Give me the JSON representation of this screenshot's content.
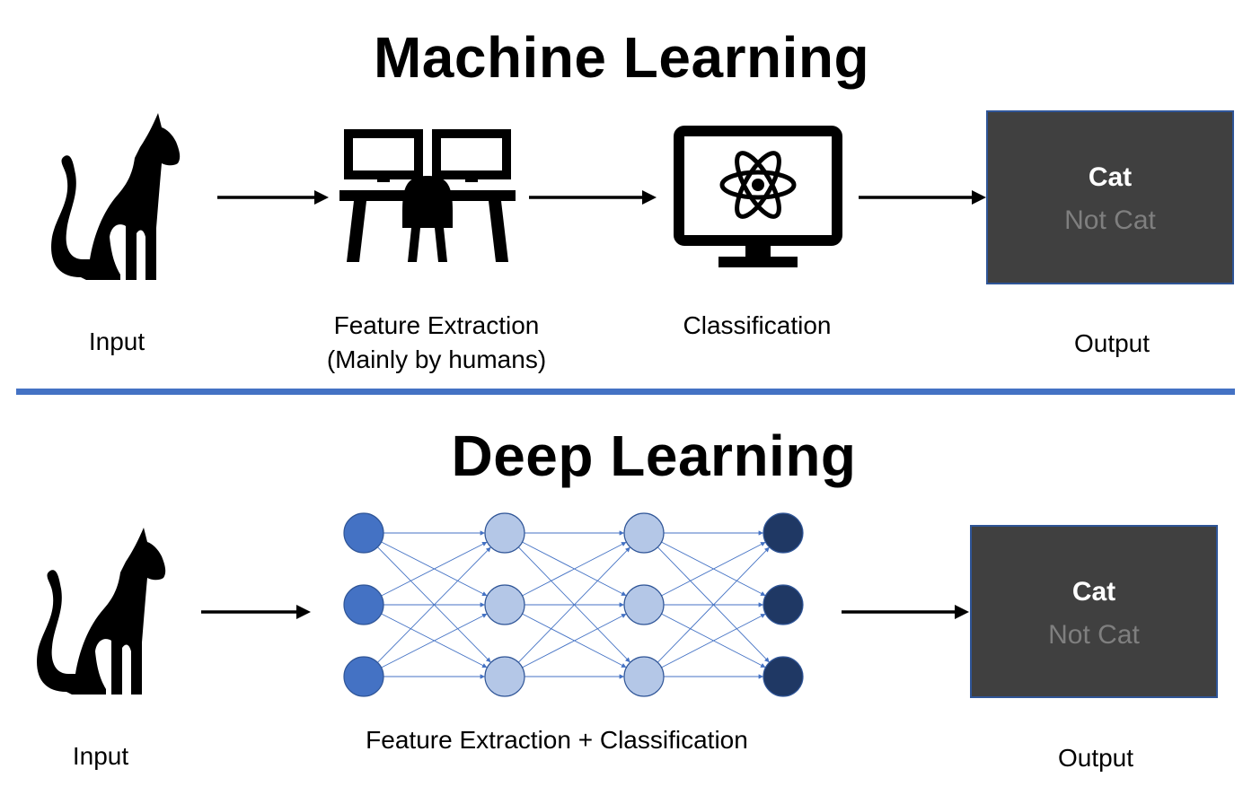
{
  "machine_learning": {
    "title": "Machine Learning",
    "input_label": "Input",
    "feature_label_line1": "Feature Extraction",
    "feature_label_line2": "(Mainly by humans)",
    "classification_label": "Classification",
    "output_label": "Output",
    "output_box": {
      "primary": "Cat",
      "secondary": "Not Cat"
    }
  },
  "deep_learning": {
    "title": "Deep Learning",
    "input_label": "Input",
    "network_label": "Feature Extraction + Classification",
    "output_label": "Output",
    "output_box": {
      "primary": "Cat",
      "secondary": "Not Cat"
    },
    "network": {
      "layers": [
        3,
        3,
        3,
        3
      ],
      "layer_colors": [
        "#4472c4",
        "#b4c7e7",
        "#b4c7e7",
        "#1f3864"
      ],
      "edge_color": "#4472c4"
    }
  },
  "colors": {
    "divider": "#4472c4",
    "output_box_bg": "#404040",
    "output_primary_text": "#ffffff",
    "output_secondary_text": "#7f7f7f"
  },
  "icons": [
    "cat-icon",
    "people-at-computers-icon",
    "monitor-atom-icon",
    "arrow-right-icon"
  ]
}
